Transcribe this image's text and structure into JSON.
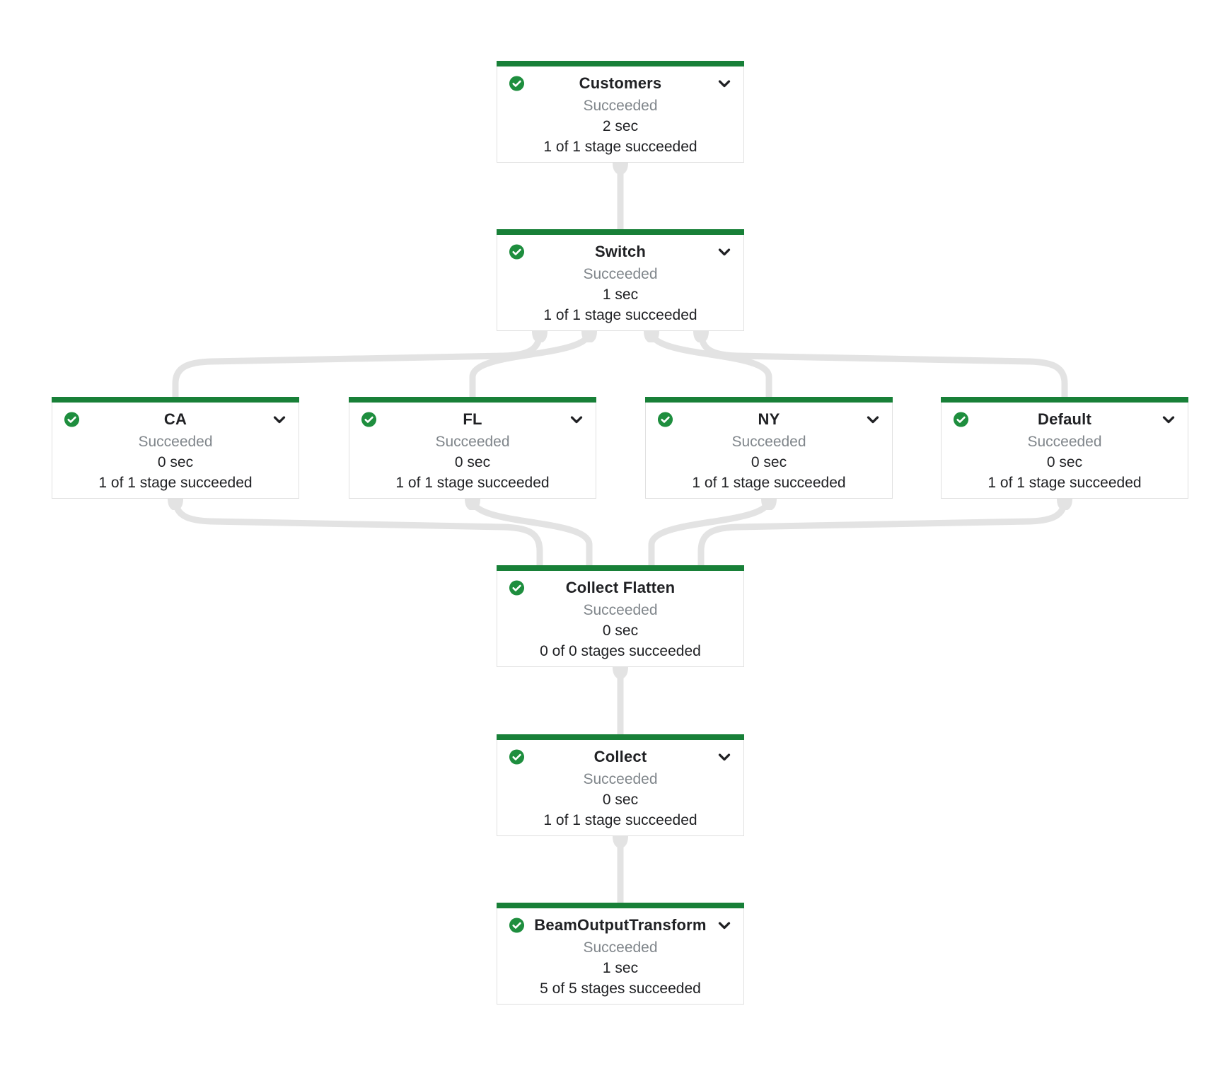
{
  "graph": {
    "colors": {
      "success_green": "#188038",
      "edge_gray": "#e3e3e3",
      "node_border": "#e0e0e0",
      "text_primary": "#202124",
      "text_status_gray": "#80868b",
      "background": "#ffffff",
      "check_icon_fill": "#1e8e3e"
    },
    "nodes": [
      {
        "id": "customers",
        "title": "Customers",
        "status": "Succeeded",
        "duration": "2 sec",
        "stages": "1 of 1 stage succeeded",
        "status_icon": "check-circle",
        "has_expand_icon": true
      },
      {
        "id": "switch",
        "title": "Switch",
        "status": "Succeeded",
        "duration": "1 sec",
        "stages": "1 of 1 stage succeeded",
        "status_icon": "check-circle",
        "has_expand_icon": true
      },
      {
        "id": "ca",
        "title": "CA",
        "status": "Succeeded",
        "duration": "0 sec",
        "stages": "1 of 1 stage succeeded",
        "status_icon": "check-circle",
        "has_expand_icon": true
      },
      {
        "id": "fl",
        "title": "FL",
        "status": "Succeeded",
        "duration": "0 sec",
        "stages": "1 of 1 stage succeeded",
        "status_icon": "check-circle",
        "has_expand_icon": true
      },
      {
        "id": "ny",
        "title": "NY",
        "status": "Succeeded",
        "duration": "0 sec",
        "stages": "1 of 1 stage succeeded",
        "status_icon": "check-circle",
        "has_expand_icon": true
      },
      {
        "id": "default",
        "title": "Default",
        "status": "Succeeded",
        "duration": "0 sec",
        "stages": "1 of 1 stage succeeded",
        "status_icon": "check-circle",
        "has_expand_icon": true
      },
      {
        "id": "collect-flatten",
        "title": "Collect Flatten",
        "status": "Succeeded",
        "duration": "0 sec",
        "stages": "0 of 0 stages succeeded",
        "status_icon": "check-circle",
        "has_expand_icon": false
      },
      {
        "id": "collect",
        "title": "Collect",
        "status": "Succeeded",
        "duration": "0 sec",
        "stages": "1 of 1 stage succeeded",
        "status_icon": "check-circle",
        "has_expand_icon": true
      },
      {
        "id": "beam-output-transform",
        "title": "BeamOutputTransform",
        "status": "Succeeded",
        "duration": "1 sec",
        "stages": "5 of 5 stages succeeded",
        "status_icon": "check-circle",
        "has_expand_icon": true
      }
    ],
    "edges": [
      {
        "from": "customers",
        "to": "switch"
      },
      {
        "from": "switch",
        "to": "ca"
      },
      {
        "from": "switch",
        "to": "fl"
      },
      {
        "from": "switch",
        "to": "ny"
      },
      {
        "from": "switch",
        "to": "default"
      },
      {
        "from": "ca",
        "to": "collect-flatten"
      },
      {
        "from": "fl",
        "to": "collect-flatten"
      },
      {
        "from": "ny",
        "to": "collect-flatten"
      },
      {
        "from": "default",
        "to": "collect-flatten"
      },
      {
        "from": "collect-flatten",
        "to": "collect"
      },
      {
        "from": "collect",
        "to": "beam-output-transform"
      }
    ]
  }
}
